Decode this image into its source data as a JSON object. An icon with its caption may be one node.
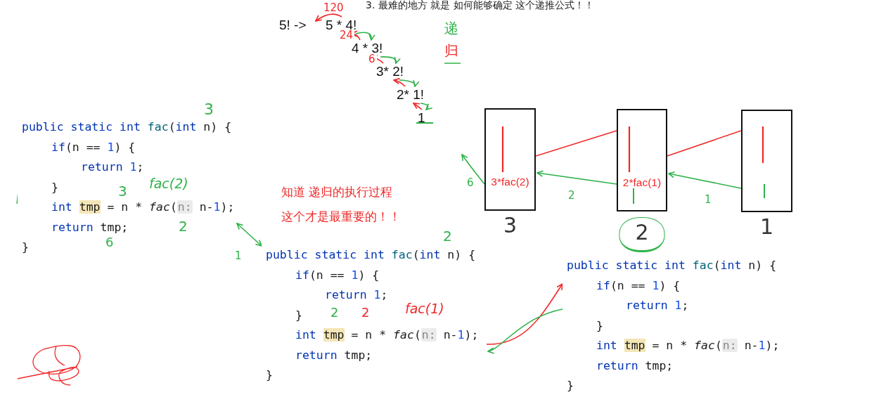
{
  "diagram": {
    "nodes": [
      {
        "text": [
          "public static int fac(int n) {",
          "if(n == 1) {",
          "return 1;",
          "}",
          "int tmp = n * fac(n: n-1);",
          "return tmp;",
          "}"
        ]
      },
      {
        "text": [
          "public static int fac(int n) {",
          "if(n == 1) {",
          "return 1;",
          "}",
          "int tmp = n * fac(n: n-1);",
          "return tmp;",
          "}"
        ]
      },
      {
        "text": [
          "public static int fac(int n) {",
          "if(n == 1) {",
          "return 1;",
          "}",
          "int tmp = n * fac(n: n-1);",
          "return tmp;",
          "}"
        ]
      },
      {
        "text": [
          "3*fac(2)"
        ],
        "beside": [
          "3"
        ]
      },
      {
        "text": [
          "2*fac(1)"
        ],
        "beside": [
          "2"
        ]
      },
      {
        "text": [],
        "shape": "box",
        "beside": [
          "1"
        ]
      },
      {
        "text": [
          "5! ->"
        ]
      },
      {
        "text": [
          "5 * 4!"
        ]
      },
      {
        "text": [
          "4 * 3!"
        ]
      },
      {
        "text": [
          "3* 2!"
        ]
      },
      {
        "text": [
          "2* 1!"
        ]
      },
      {
        "text": [
          "1"
        ]
      }
    ],
    "edges": [
      {
        "from": 3,
        "to": 4,
        "arrow": "none",
        "color": "#f02828"
      },
      {
        "from": 4,
        "to": 5,
        "arrow": "none",
        "color": "#f02828"
      },
      {
        "from": 5,
        "to": 4,
        "arrow": "to",
        "label": "1",
        "color": "#2fb24a"
      },
      {
        "from": 4,
        "to": 3,
        "arrow": "to",
        "label": "2",
        "color": "#2fb24a"
      },
      {
        "from": 3,
        "to": null,
        "arrow": "to",
        "label": "6",
        "color": "#2fb24a"
      },
      {
        "from": 0,
        "to": 1,
        "arrow": "both",
        "label": "1",
        "color": "#2fb24a"
      },
      {
        "from": 1,
        "to": 2,
        "arrow": "to",
        "color": "#f02828"
      },
      {
        "from": 2,
        "to": 1,
        "arrow": "to",
        "color": "#2fb24a"
      },
      {
        "from": 7,
        "to": 8,
        "arrow": "to",
        "color": "#2fb24a"
      },
      {
        "from": 8,
        "to": 9,
        "arrow": "to",
        "color": "#2fb24a"
      },
      {
        "from": 9,
        "to": 10,
        "arrow": "to",
        "color": "#2fb24a"
      },
      {
        "from": 10,
        "to": 11,
        "arrow": "to",
        "color": "#2fb24a"
      },
      {
        "from": 8,
        "to": 7,
        "arrow": "to",
        "label": "24",
        "color": "#f02828"
      },
      {
        "from": 9,
        "to": 8,
        "arrow": "to",
        "label": "6",
        "color": "#f02828"
      },
      {
        "from": 10,
        "to": 9,
        "arrow": "to",
        "color": "#f02828"
      },
      {
        "from": 11,
        "to": 10,
        "arrow": "to",
        "color": "#f02828"
      },
      {
        "from": 7,
        "to": 6,
        "arrow": "to",
        "label": "120",
        "color": "#f02828"
      }
    ],
    "labels": [
      "3. 最难的地方 就是 如何能够确定 这个递推公式！！",
      "递",
      "归",
      "知道 递归的执行过程",
      "这个才是最重要的！！",
      "3",
      "3",
      "fac(2)",
      "2",
      "6",
      "2",
      "2",
      "2",
      "fac(1)"
    ]
  }
}
